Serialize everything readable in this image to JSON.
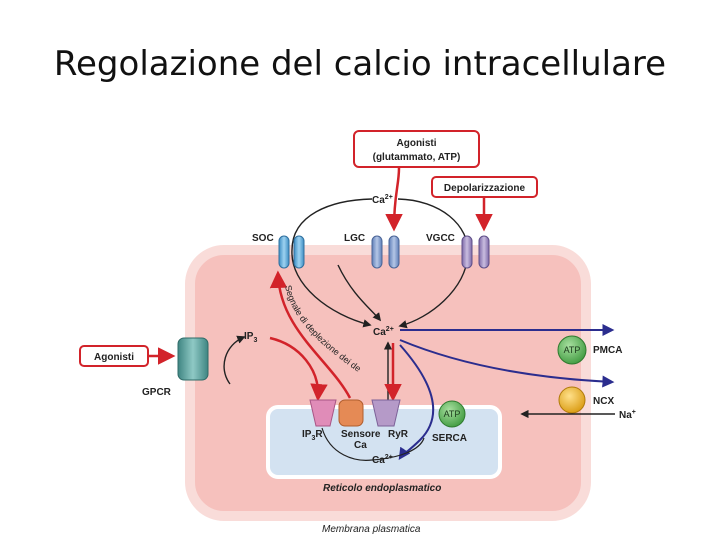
{
  "slide": {
    "title": "Regolazione del calcio intracellulare"
  },
  "diagram": {
    "agonists_top_line1": "Agonisti",
    "agonists_top_line2": "(glutammato, ATP)",
    "depolarization": "Depolarizzazione",
    "agonists_left": "Agonisti",
    "gpcr": "GPCR",
    "ip3": "IP",
    "ip3_sub": "3",
    "ca_label": "Ca",
    "ca_sup": "2+",
    "soc": "SOC",
    "lgc": "LGC",
    "vgcc": "VGCC",
    "store_signal": "Segnale di deplezione dei depositi",
    "atp": "ATP",
    "pmca": "PMCA",
    "ncx": "NCX",
    "na": "Na",
    "na_sup": "+",
    "ip3r": "IP",
    "ip3r_sub": "3",
    "ip3r_suffix": "R",
    "ca_sensor_line1": "Sensore",
    "ca_sensor_line2": "Ca",
    "ryr": "RyR",
    "serca": "SERCA",
    "er": "Reticolo endoplasmatico",
    "membrane": "Membrana plasmatica"
  },
  "colors": {
    "cell_fill": "#f6c1bd",
    "cell_border": "#f4d6d3",
    "er_fill": "#d3e2f1",
    "arrow_red": "#d2232a",
    "arrow_black": "#222222",
    "arrow_blue": "#2b2d8e",
    "soc_channel": "#5aa8d8",
    "lgc_channel": "#7f9ccc",
    "vgcc_channel": "#9b8bbe",
    "gpcr": "#5a9f9c",
    "ip3r_channel": "#e08cb8",
    "ca_sensor": "#e58a55",
    "ryr_channel": "#b59ac8",
    "atp_green": "#5cb85c",
    "ncx_yellow": "#f0b82a"
  }
}
